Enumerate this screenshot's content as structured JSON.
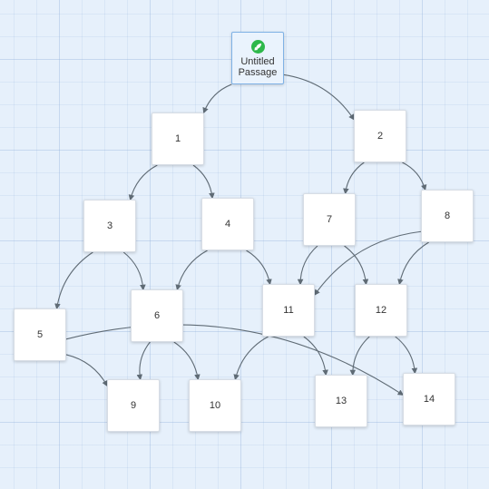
{
  "story_map": {
    "start_passage": {
      "icon": "rocket-icon",
      "icon_color": "#2eb84b",
      "title_line1": "Untitled",
      "title_line2": "Passage"
    },
    "passages": [
      {
        "id": "1",
        "label": "1"
      },
      {
        "id": "2",
        "label": "2"
      },
      {
        "id": "3",
        "label": "3"
      },
      {
        "id": "4",
        "label": "4"
      },
      {
        "id": "5",
        "label": "5"
      },
      {
        "id": "6",
        "label": "6"
      },
      {
        "id": "7",
        "label": "7"
      },
      {
        "id": "8",
        "label": "8"
      },
      {
        "id": "9",
        "label": "9"
      },
      {
        "id": "10",
        "label": "10"
      },
      {
        "id": "11",
        "label": "11"
      },
      {
        "id": "12",
        "label": "12"
      },
      {
        "id": "13",
        "label": "13"
      },
      {
        "id": "14",
        "label": "14"
      }
    ],
    "links": [
      {
        "from": "start",
        "to": "1"
      },
      {
        "from": "start",
        "to": "2"
      },
      {
        "from": "1",
        "to": "3"
      },
      {
        "from": "1",
        "to": "4"
      },
      {
        "from": "2",
        "to": "7"
      },
      {
        "from": "2",
        "to": "8"
      },
      {
        "from": "3",
        "to": "5"
      },
      {
        "from": "3",
        "to": "6"
      },
      {
        "from": "4",
        "to": "6"
      },
      {
        "from": "4",
        "to": "11"
      },
      {
        "from": "7",
        "to": "11"
      },
      {
        "from": "7",
        "to": "12"
      },
      {
        "from": "8",
        "to": "11"
      },
      {
        "from": "8",
        "to": "12"
      },
      {
        "from": "5",
        "to": "9"
      },
      {
        "from": "5",
        "to": "14"
      },
      {
        "from": "6",
        "to": "9"
      },
      {
        "from": "6",
        "to": "10"
      },
      {
        "from": "11",
        "to": "10"
      },
      {
        "from": "11",
        "to": "13"
      },
      {
        "from": "12",
        "to": "13"
      },
      {
        "from": "12",
        "to": "14"
      }
    ],
    "colors": {
      "link": "#5f6b75",
      "start_border": "#7fb2e6"
    }
  }
}
